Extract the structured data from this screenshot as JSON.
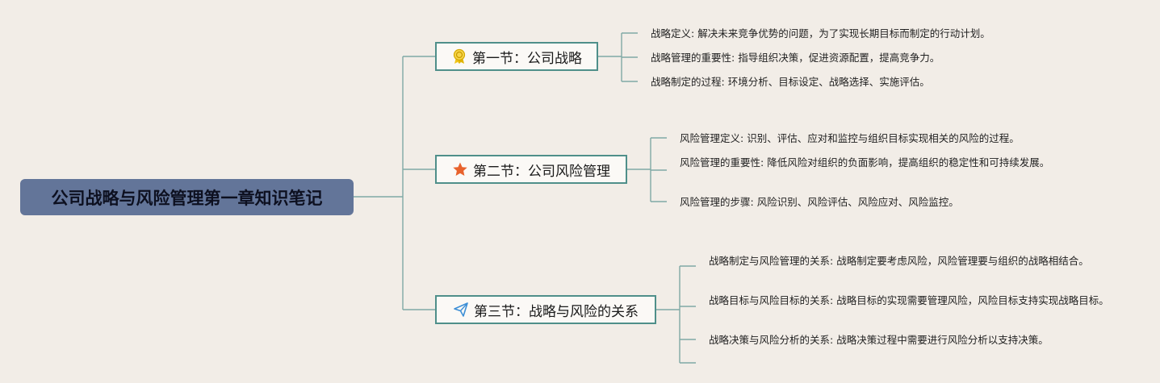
{
  "root": {
    "title": "公司战略与风险管理第一章知识笔记"
  },
  "sections": [
    {
      "title": "第一节：公司战略",
      "icon": "award-ribbon-icon",
      "items": [
        {
          "label": "战略定义",
          "text": "解决未来竞争优势的问题，为了实现长期目标而制定的行动计划。"
        },
        {
          "label": "战略管理的重要性",
          "text": "指导组织决策，促进资源配置，提高竞争力。"
        },
        {
          "label": "战略制定的过程",
          "text": "环境分析、目标设定、战略选择、实施评估。"
        }
      ]
    },
    {
      "title": "第二节：公司风险管理",
      "icon": "star-icon",
      "items": [
        {
          "label": "风险管理定义",
          "text": "识别、评估、应对和监控与组织目标实现相关的风险的过程。"
        },
        {
          "label": "风险管理的重要性",
          "text": "降低风险对组织的负面影响，提高组织的稳定性和可持续发展。"
        },
        {
          "label": "风险管理的步骤",
          "text": "风险识别、风险评估、风险应对、风险监控。"
        }
      ]
    },
    {
      "title": "第三节：战略与风险的关系",
      "icon": "paper-plane-icon",
      "items": [
        {
          "label": "战略制定与风险管理的关系",
          "text": "战略制定要考虑风险，风险管理要与组织的战略相结合。"
        },
        {
          "label": "战略目标与风险目标的关系",
          "text": "战略目标的实现需要管理风险，风险目标支持实现战略目标。"
        },
        {
          "label": "战略决策与风险分析的关系",
          "text": "战略决策过程中需要进行风险分析以支持决策。"
        }
      ]
    }
  ],
  "colors": {
    "background": "#f2ede7",
    "root_fill": "#637599",
    "topic_border": "#4f8f8a",
    "connector": "#7fa9a5",
    "ribbon_icon": "#e0b400",
    "star_icon": "#e8622c",
    "plane_icon": "#3d8fd6"
  }
}
